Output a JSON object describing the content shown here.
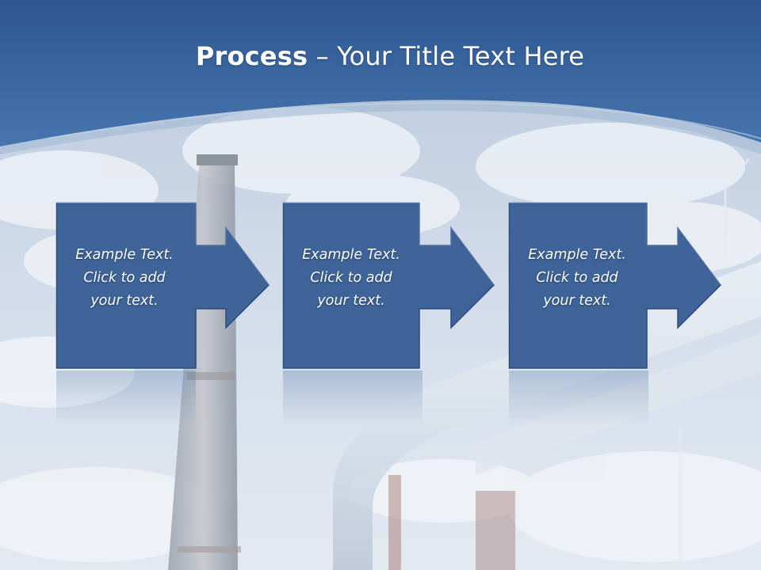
{
  "slide": {
    "title_bold": "Process",
    "title_rest": " – Your Title Text Here"
  },
  "steps": [
    {
      "line1": "Example Text.",
      "line2": "Click  to add",
      "line3": "your text."
    },
    {
      "line1": "Example Text.",
      "line2": "Click  to add",
      "line3": "your text."
    },
    {
      "line1": "Example Text.",
      "line2": "Click  to add",
      "line3": "your text."
    }
  ],
  "colors": {
    "header_blue": "#3a64a0",
    "box_fill": "#3e6499",
    "box_border": "#2c4b78",
    "text": "#ffffff"
  }
}
